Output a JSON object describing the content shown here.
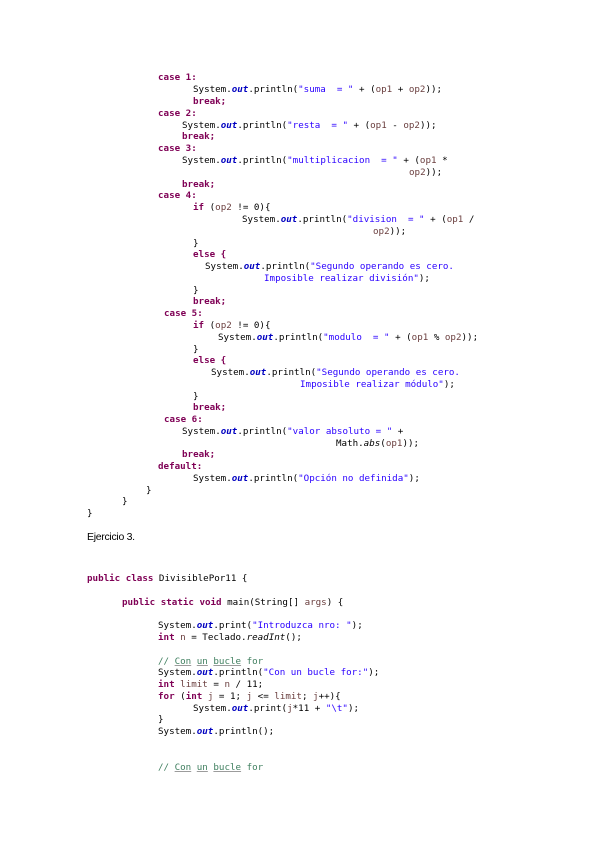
{
  "exercise_heading": "Ejercicio 3.",
  "code_part1": [
    "case 1:",
    "System.out.println(\"suma  = \" + (op1 + op2));",
    "break;",
    "case 2:",
    "System.out.println(\"resta  = \" + (op1 - op2));",
    "break;",
    "case 3:",
    "System.out.println(\"multiplicacion  = \" + (op1 *",
    "op2));",
    "break;",
    "case 4:",
    "if (op2 != 0){",
    "System.out.println(\"division  = \" + (op1 /",
    "op2));",
    "}",
    "else {",
    "System.out.println(\"Segundo operando es cero.",
    "Imposible realizar división\");",
    "}",
    "break;",
    "case 5:",
    "if (op2 != 0){",
    "System.out.println(\"modulo  = \" + (op1 % op2));",
    "}",
    "else {",
    "System.out.println(\"Segundo operando es cero.",
    "Imposible realizar módulo\");",
    "}",
    "break;",
    "case 6:",
    "System.out.println(\"valor absoluto = \" +",
    "Math.abs(op1));",
    "break;",
    "default:",
    "System.out.println(\"Opción no definida\");",
    "}",
    "}",
    "}"
  ],
  "code_part2": [
    "public class DivisiblePor11 {",
    "public static void main(String[] args) {",
    "System.out.print(\"Introduzca nro: \");",
    "int n = Teclado.readInt();",
    "// Con un bucle for",
    "System.out.println(\"Con un bucle for:\");",
    "int limit = n / 11;",
    "for (int j = 1; j <= limit; j++){",
    "System.out.print(j*11 + \"\\t\");",
    "}",
    "System.out.println();",
    "// Con un bucle for"
  ]
}
